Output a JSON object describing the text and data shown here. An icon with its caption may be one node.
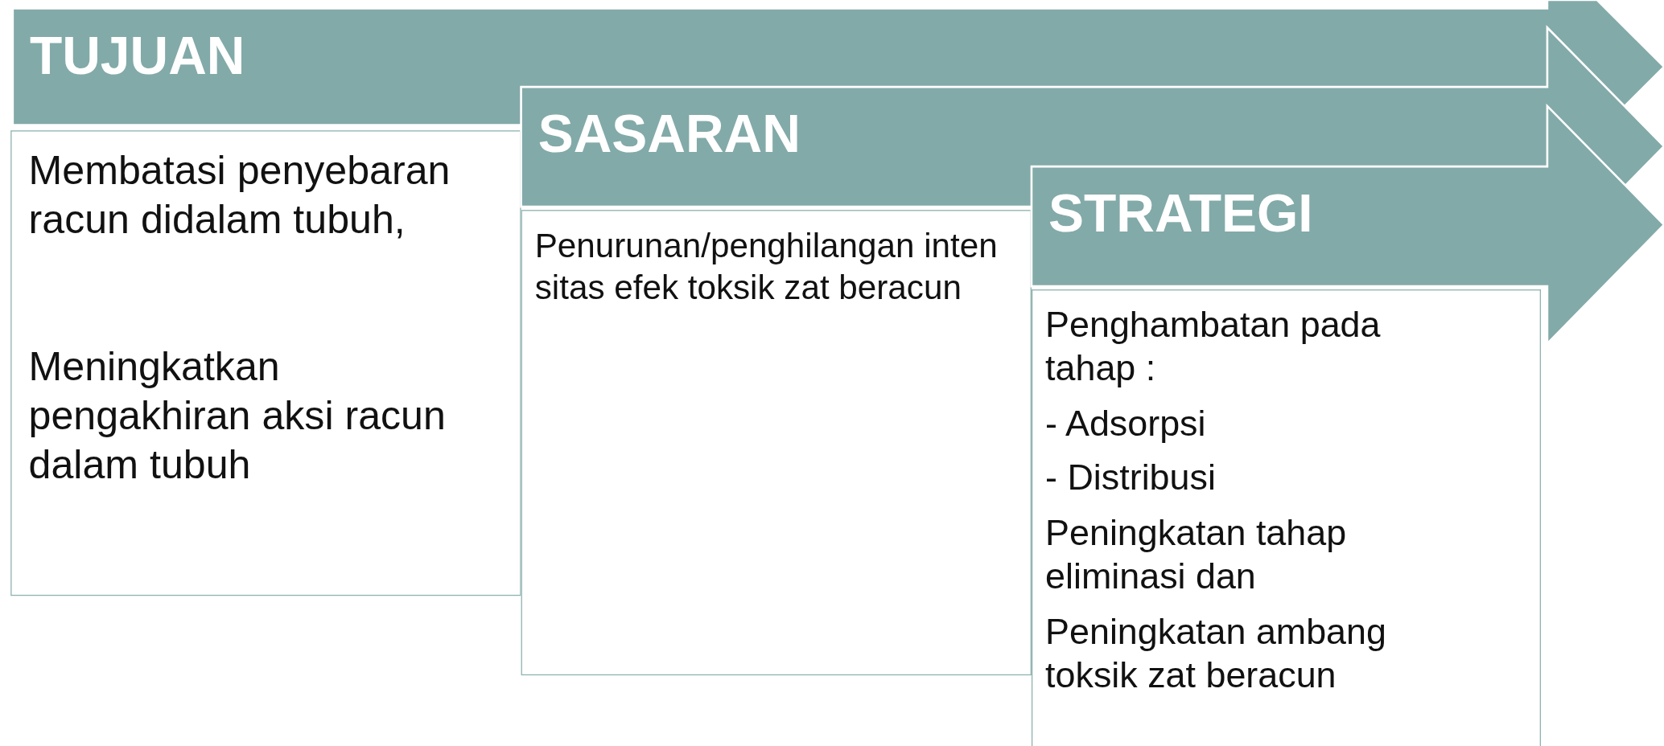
{
  "diagram": {
    "nodes": [
      {
        "text": [
          "TUJUAN"
        ]
      },
      {
        "text": [
          "Membatasi penyebaran racun didalam tubuh,",
          "Meningkatkan pengakhiran aksi racun dalam tubuh"
        ]
      },
      {
        "text": [
          "SASARAN"
        ]
      },
      {
        "text": [
          "Penurunan/penghilangan intensitas efek toksik zat beracun"
        ]
      },
      {
        "text": [
          "STRATEGI"
        ]
      },
      {
        "text": [
          "Penghambatan pada tahap :",
          "- Adsorpsi",
          "- Distribusi",
          "Peningkatan tahap eliminasi dan",
          "Peningkatan ambang toksik zat beracun"
        ]
      }
    ]
  }
}
